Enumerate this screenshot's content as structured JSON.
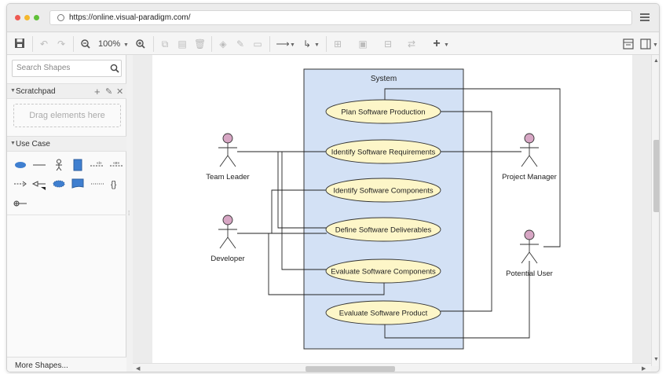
{
  "browser": {
    "url": "https://online.visual-paradigm.com/"
  },
  "toolbar": {
    "zoom": "100%"
  },
  "sidebar": {
    "search_placeholder": "Search Shapes",
    "scratchpad": {
      "title": "Scratchpad",
      "drop_hint": "Drag elements here"
    },
    "use_case": {
      "title": "Use Case"
    },
    "more_shapes": "More Shapes..."
  },
  "diagram": {
    "system": {
      "name": "System"
    },
    "use_cases": [
      "Plan Software Production",
      "Identify Software Requirements",
      "Identify Software Components",
      "Define Software Deliverables",
      "Evaluate Software Components",
      "Evaluate Software Product"
    ],
    "actors": [
      "Team Leader",
      "Developer",
      "Project Manager",
      "Potential User"
    ]
  },
  "colors": {
    "system_fill": "#d3e1f5",
    "system_stroke": "#333333",
    "usecase_fill": "#fdf6c8",
    "actor_head": "#d7a6c4",
    "line": "#222222"
  }
}
